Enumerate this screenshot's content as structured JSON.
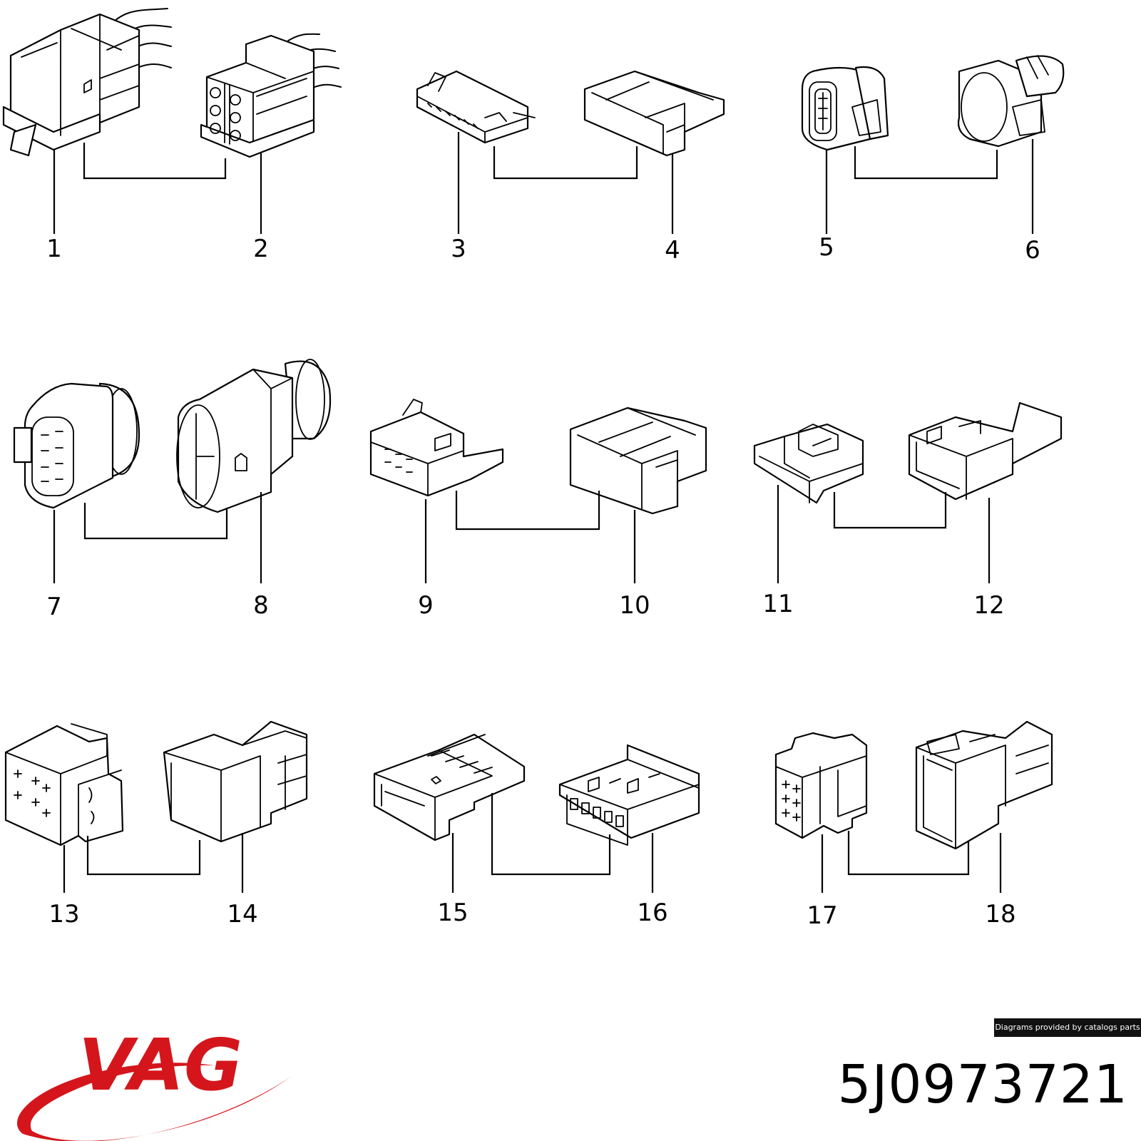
{
  "callouts": [
    "1",
    "2",
    "3",
    "4",
    "5",
    "6",
    "7",
    "8",
    "9",
    "10",
    "11",
    "12",
    "13",
    "14",
    "15",
    "16",
    "17",
    "18"
  ],
  "credit_text": "Diagrams provided by catalogs parts",
  "part_number": "5J0973721",
  "brand": {
    "name": "VAG",
    "color": "#d4161c"
  }
}
